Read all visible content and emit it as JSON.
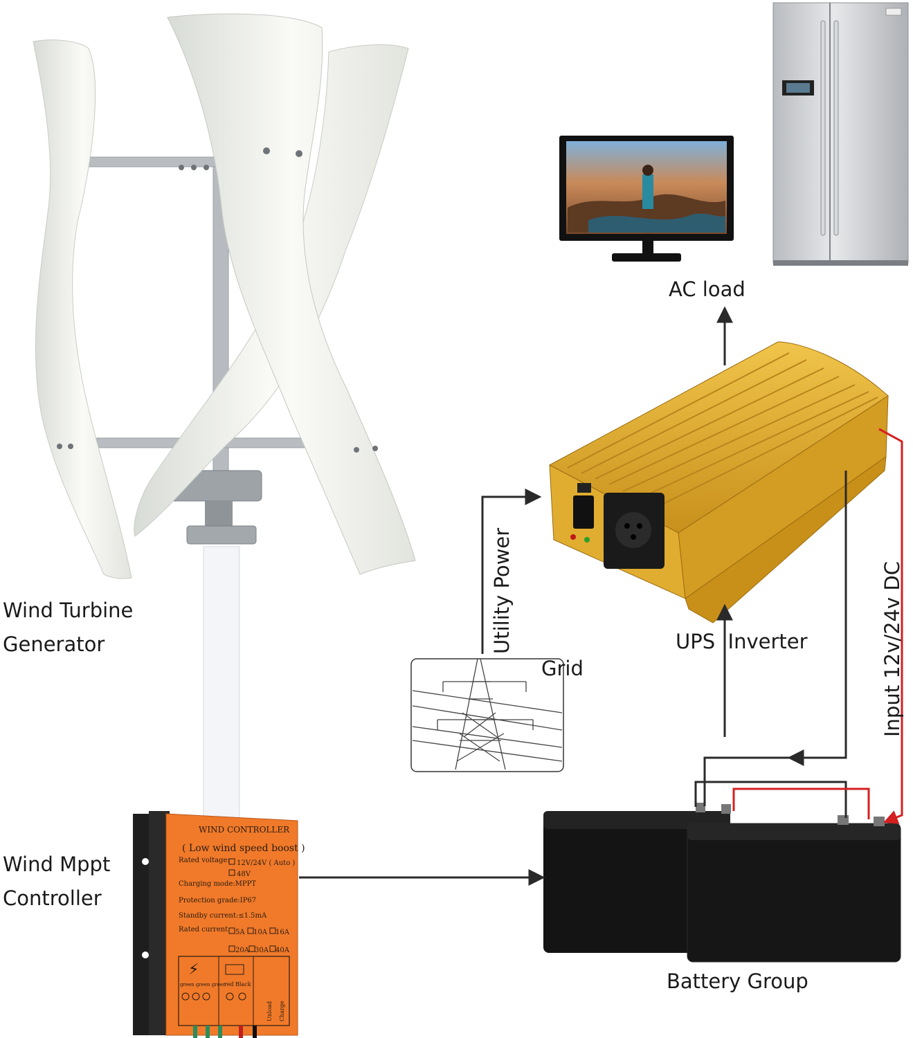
{
  "labels": {
    "ac_load": "AC load",
    "wind_turbine_line1": "Wind Turbine",
    "wind_turbine_line2": "Generator",
    "utility_power": "Utility Power",
    "grid": "Grid",
    "ups_inverter": "UPS  Inverter",
    "input_dc": "Input 12v/24v DC",
    "wind_mppt_line1": "Wind Mppt",
    "wind_mppt_line2": "Controller",
    "battery_group": "Battery Group"
  },
  "controller_panel": {
    "title": "WIND CONTROLLER",
    "subtitle": "( Low wind speed boost )",
    "rated_voltage": "Rated voltage:",
    "voltage_opt1": "12V/24V ( Auto )",
    "voltage_opt2": "48V",
    "charging_mode": "Charging mode:MPPT",
    "protection": "Protection grade:IP67",
    "standby": "Standby current:≤1.5mA",
    "rated_current": "Rated current:",
    "current_opts_row1": [
      "5A",
      "10A",
      "16A"
    ],
    "current_opts_row2": [
      "20A",
      "30A",
      "40A"
    ],
    "terminal_labels": [
      "green green green",
      "red",
      "Black",
      "Unload",
      "Charge"
    ]
  },
  "colors": {
    "inverter_gold": "#d9a62a",
    "controller_orange": "#f07a2a",
    "battery_black": "#141414",
    "dc_red_wire": "#d42020",
    "arrow_dark": "#2a2a2a"
  }
}
